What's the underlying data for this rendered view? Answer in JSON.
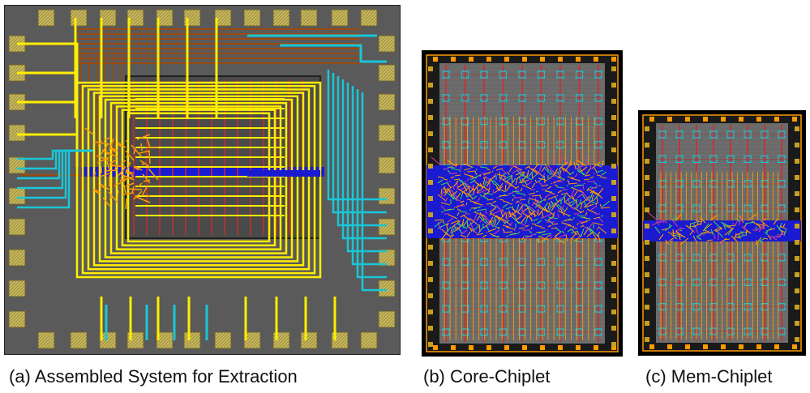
{
  "captions": {
    "a": "(a) Assembled System for Extraction",
    "b": "(b) Core-Chiplet",
    "c": "(c) Mem-Chiplet"
  },
  "colors": {
    "die_bg": "#5a5a5a",
    "pad": "#c8b85a",
    "yellow_route": "#ffee00",
    "cyan_route": "#19c6d8",
    "brown_route": "#9a4a10",
    "red_route": "#d42a2a",
    "orange_route": "#ff9a00",
    "blue_band": "#1a1ad0",
    "magenta": "#d03aa0"
  }
}
